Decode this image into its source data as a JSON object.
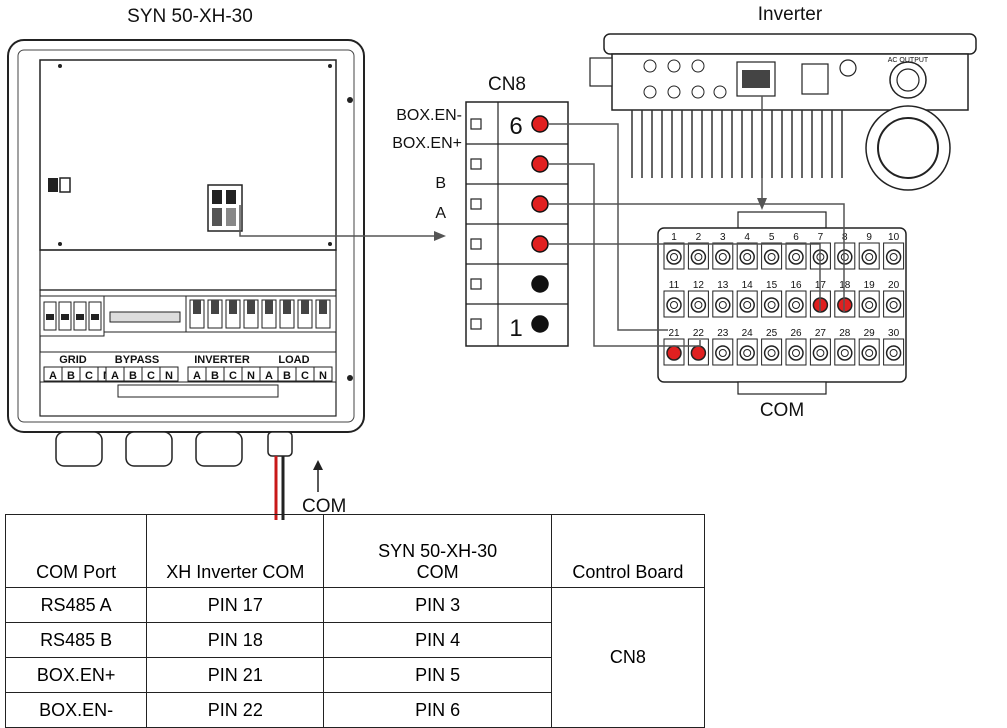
{
  "titles": {
    "syn_unit": "SYN 50-XH-30",
    "inverter": "Inverter",
    "cn8": "CN8",
    "com_block": "COM",
    "com_cable": "COM"
  },
  "cn8_pins": {
    "box_en_minus": "BOX.EN-",
    "box_en_plus": "BOX.EN+",
    "b": "B",
    "a": "A",
    "pin_top_number": "6",
    "pin_bottom_number": "1"
  },
  "syn_unit_labels": {
    "grid": "GRID",
    "bypass": "BYPASS",
    "inverter": "INVERTER",
    "load": "LOAD",
    "phases": [
      "A",
      "B",
      "C",
      "N",
      "A",
      "B",
      "C",
      "N",
      "A",
      "B",
      "C",
      "N",
      "A",
      "B",
      "C",
      "N"
    ]
  },
  "com_terminal": {
    "row1": [
      "1",
      "2",
      "3",
      "4",
      "5",
      "6",
      "7",
      "8",
      "9",
      "10"
    ],
    "row2": [
      "11",
      "12",
      "13",
      "14",
      "15",
      "16",
      "17",
      "18",
      "19",
      "20"
    ],
    "row3": [
      "21",
      "22",
      "23",
      "24",
      "25",
      "26",
      "27",
      "28",
      "29",
      "30"
    ],
    "highlighted": [
      "17",
      "18",
      "21",
      "22"
    ]
  },
  "inverter_port_label": "AC OUTPUT",
  "colors": {
    "highlight": "#e02020",
    "wire": "#555555",
    "cable_red": "#c81818"
  },
  "table": {
    "headers": [
      "COM Port",
      "XH Inverter COM",
      "SYN 50-XH-30\nCOM",
      "Control Board"
    ],
    "rows": [
      [
        "RS485 A",
        "PIN 17",
        "PIN 3"
      ],
      [
        "RS485 B",
        "PIN 18",
        "PIN 4"
      ],
      [
        "BOX.EN+",
        "PIN 21",
        "PIN 5"
      ],
      [
        "BOX.EN-",
        "PIN 22",
        "PIN 6"
      ]
    ],
    "control_board": "CN8"
  }
}
